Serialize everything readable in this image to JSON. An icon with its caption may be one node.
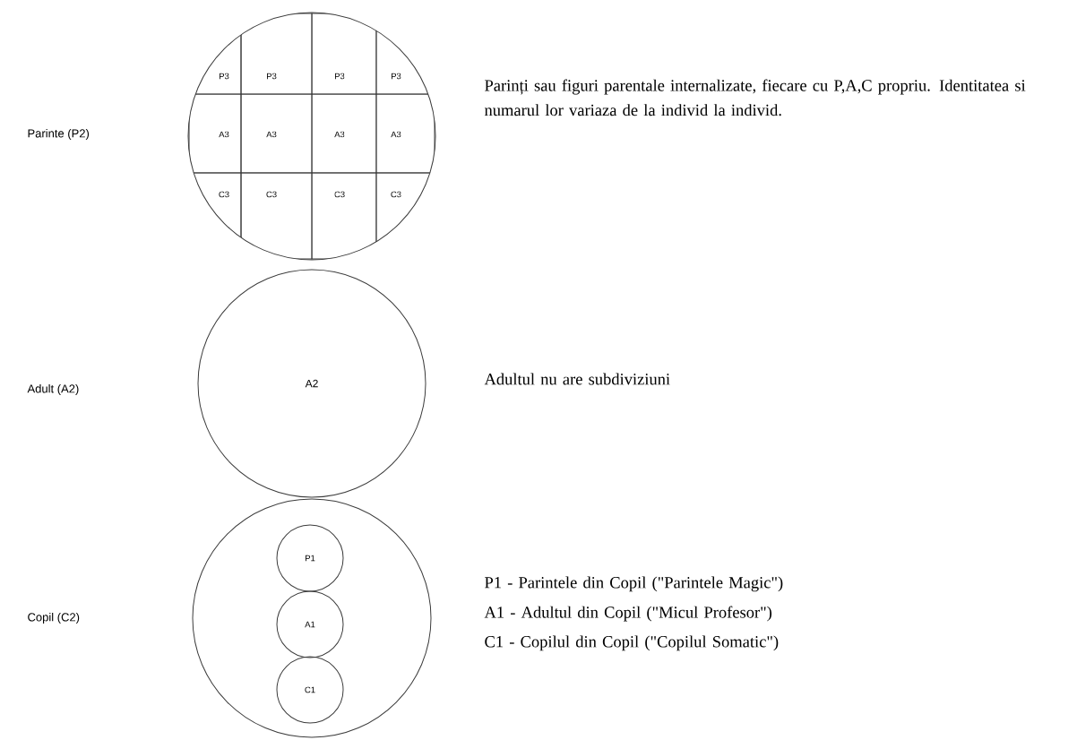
{
  "diagram": {
    "nodes": [
      {
        "text": [],
        "shape": "circle"
      },
      {
        "text": [
          "P3"
        ],
        "in": 0
      },
      {
        "text": [
          "P3"
        ],
        "in": 0
      },
      {
        "text": [
          "P3"
        ],
        "in": 0
      },
      {
        "text": [
          "P3"
        ],
        "in": 0
      },
      {
        "text": [
          "A3"
        ],
        "in": 0
      },
      {
        "text": [
          "A3"
        ],
        "in": 0
      },
      {
        "text": [
          "A3"
        ],
        "in": 0
      },
      {
        "text": [
          "A3"
        ],
        "in": 0
      },
      {
        "text": [
          "C3"
        ],
        "in": 0
      },
      {
        "text": [
          "C3"
        ],
        "in": 0
      },
      {
        "text": [
          "C3"
        ],
        "in": 0
      },
      {
        "text": [
          "C3"
        ],
        "in": 0
      },
      {
        "text": [
          "A2"
        ]
      },
      {
        "text": [],
        "shape": "circle"
      },
      {
        "text": [
          "P1"
        ],
        "in": 14
      },
      {
        "text": [
          "A1"
        ],
        "in": 14
      },
      {
        "text": [
          "C1"
        ],
        "in": 14
      }
    ],
    "labels": [
      "Parinte (P2)",
      "Parinți sau figuri parentale internalizate, fiecare cu P,A,C propriu. Identitatea si numarul lor variaza de la individ la individ.",
      "Adult (A2)",
      "Adultul nu are subdiviziuni",
      "Copil (C2)",
      "P1 - Parintele din Copil (\"Parintele Magic\")",
      "A1 - Adultul din Copil (\"Micul Profesor\")",
      "C1 - Copilul din Copil (\"Copilul Somatic\")"
    ]
  }
}
